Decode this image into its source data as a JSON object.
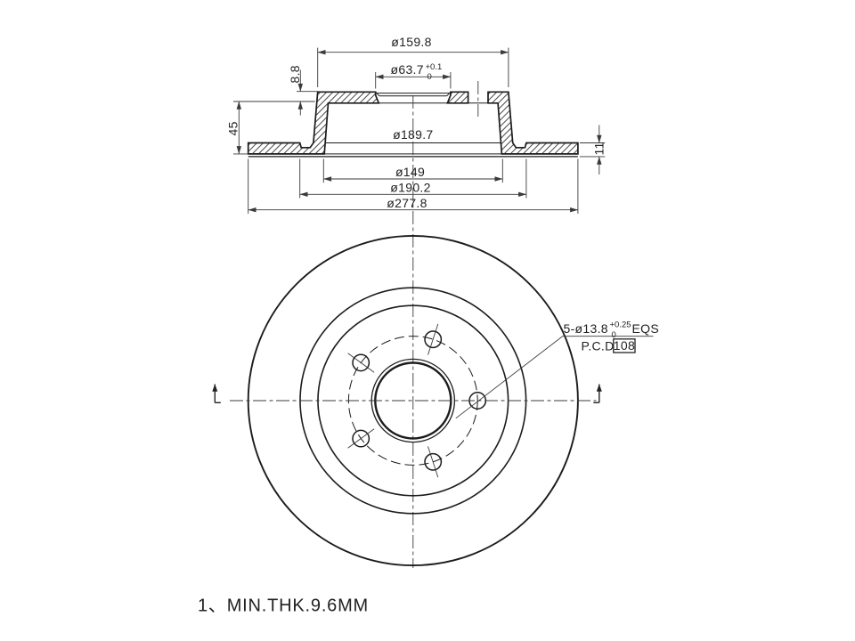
{
  "drawing": {
    "type": "brake-disc-engineering-drawing",
    "background_color": "#ffffff",
    "line_color": "#1c1c1c",
    "dim_color": "#3a3a3a"
  },
  "section_view": {
    "hat_outer_dia": "ø159.8",
    "bore_dia": "ø63.7",
    "bore_tol_plus": "+0.1",
    "bore_tol_minus": "0",
    "hat_plate_thickness": "8.8",
    "hat_height": "45",
    "drum_inner_dia": "ø189.7",
    "disc_thickness": "11",
    "hat_inner_dia": "ø149",
    "hat_base_dia": "ø190.2",
    "outer_dia": "ø277.8"
  },
  "front_view": {
    "bolt_spec": "5-ø13.8",
    "bolt_tol_plus": "+0.25",
    "bolt_tol_minus": "0",
    "bolt_suffix": "EQS",
    "pcd_label": "P.C.D",
    "pcd_value": "108"
  },
  "note": "1、MIN.THK.9.6MM"
}
